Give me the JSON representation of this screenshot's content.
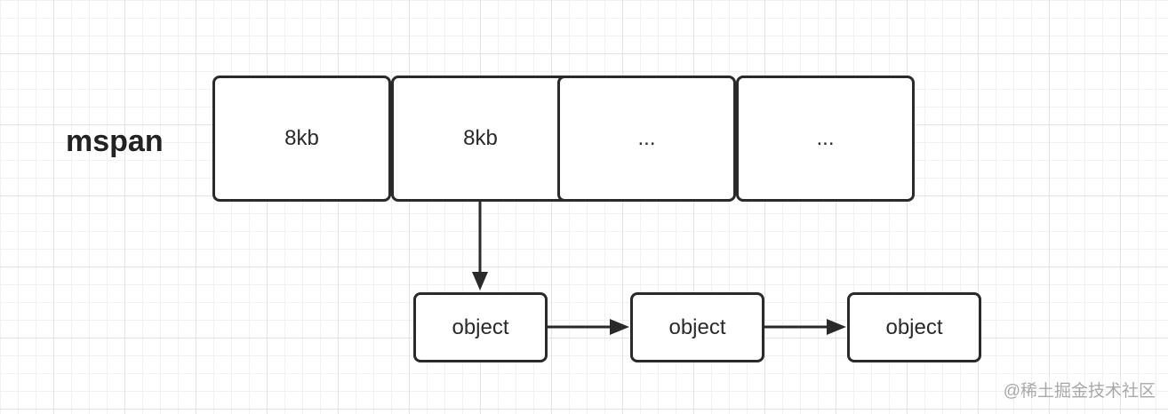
{
  "diagram": {
    "label": "mspan",
    "cells": [
      "8kb",
      "8kb",
      "...",
      "..."
    ],
    "objects": [
      "object",
      "object",
      "object"
    ]
  },
  "watermark": "@稀土掘金技术社区",
  "colors": {
    "stroke": "#2a2a2a",
    "background": "#ffffff",
    "grid": "#e3e3e3"
  }
}
